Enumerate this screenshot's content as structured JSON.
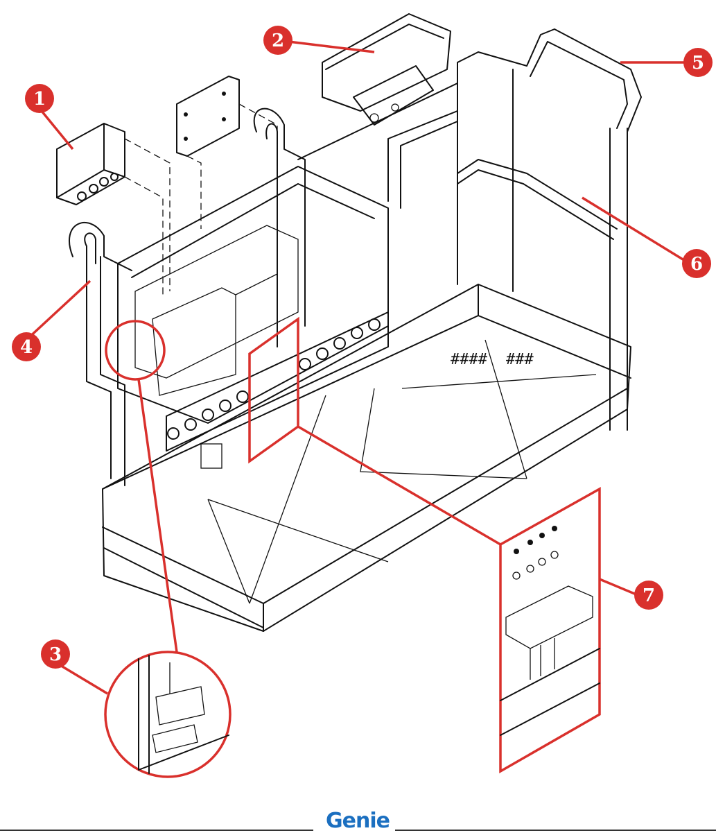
{
  "diagram": {
    "type": "exploded assembly line drawing",
    "subject": "aerial work platform basket with control box and mounting hardware",
    "callout_color": "#d9302c",
    "callouts": [
      {
        "number": "1",
        "target": "control box (exploded)"
      },
      {
        "number": "2",
        "target": "platform control console"
      },
      {
        "number": "3",
        "target": "detail view circle - mounting bracket"
      },
      {
        "number": "4",
        "target": "hook / side rail"
      },
      {
        "number": "5",
        "target": "top guard rail"
      },
      {
        "number": "6",
        "target": "mid rail"
      },
      {
        "number": "7",
        "target": "detail view - valve block mounting hardware"
      }
    ]
  },
  "footer": {
    "logo_text": "Genie",
    "logo_color": "#1b6fc0"
  }
}
